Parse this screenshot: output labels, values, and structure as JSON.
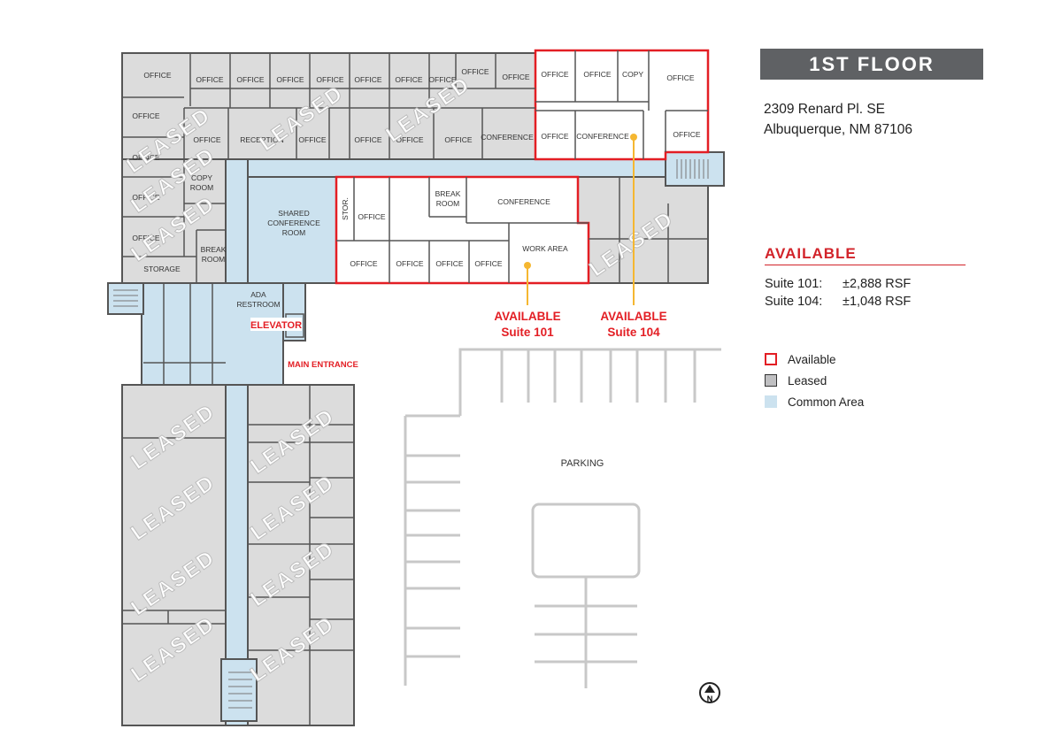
{
  "header": {
    "title": "1ST FLOOR"
  },
  "address": {
    "line1": "2309 Renard Pl. SE",
    "line2": "Albuquerque, NM 87106"
  },
  "available": {
    "title": "AVAILABLE",
    "suites": [
      {
        "name": "Suite 101:",
        "size": "±2,888 RSF"
      },
      {
        "name": "Suite 104:",
        "size": "±1,048 RSF"
      }
    ]
  },
  "legend": [
    {
      "label": "Available",
      "color": "#e31e24"
    },
    {
      "label": "Leased",
      "color": "#c0c0c2"
    },
    {
      "label": "Common Area",
      "color": "#cce2ef"
    }
  ],
  "colors": {
    "leased": "#dcdcdc",
    "common": "#cce2ef",
    "available_outline": "#e31e24",
    "callout": "#f5b731",
    "wall": "#555555"
  },
  "plan": {
    "rooms": {
      "office": "OFFICE",
      "reception": "RECEPTION",
      "conference": "CONFERENCE",
      "copy_room_1": "COPY",
      "copy_room_2": "ROOM",
      "copy": "COPY",
      "break_1": "BREAK",
      "break_2": "ROOM",
      "storage": "STORAGE",
      "stor": "STOR.",
      "shared_conf_1": "SHARED",
      "shared_conf_2": "CONFERENCE",
      "shared_conf_3": "ROOM",
      "ada_1": "ADA",
      "ada_2": "RESTROOM",
      "work_area": "WORK AREA"
    },
    "elevator": "ELEVATOR",
    "main_entrance": "MAIN ENTRANCE",
    "parking": "PARKING",
    "leased_watermark": "LEASED",
    "north": "N",
    "callouts": [
      {
        "line1": "AVAILABLE",
        "line2": "Suite 101"
      },
      {
        "line1": "AVAILABLE",
        "line2": "Suite 104"
      }
    ]
  }
}
